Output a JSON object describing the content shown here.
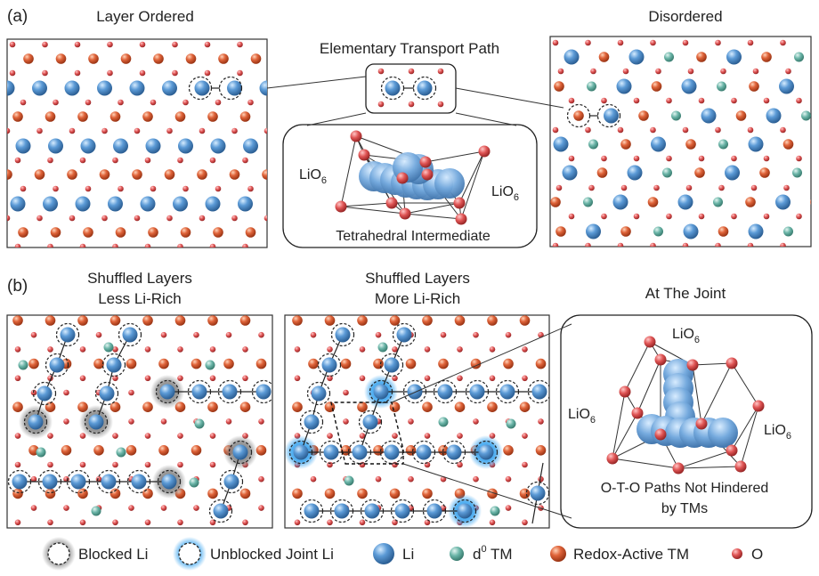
{
  "panel_a": {
    "tag": "(a)",
    "left_title": "Layer Ordered",
    "right_title": "Disordered",
    "middle_title": "Elementary Transport Path",
    "inset_left_label": "LiO",
    "inset_right_label": "LiO",
    "subscript": "6",
    "inset_caption": "Tetrahedral Intermediate"
  },
  "panel_b": {
    "tag": "(b)",
    "left_title_1": "Shuffled Layers",
    "left_title_2": "Less Li-Rich",
    "middle_title_1": "Shuffled Layers",
    "middle_title_2": "More Li-Rich",
    "right_title": "At The Joint",
    "joint_top_label": "LiO",
    "joint_left_label": "LiO",
    "joint_right_label": "LiO",
    "subscript": "6",
    "joint_caption_1": "O-T-O Paths Not Hindered",
    "joint_caption_2": "by TMs"
  },
  "legend": {
    "blocked": "Blocked Li",
    "unblocked": "Unblocked Joint Li",
    "li": "Li",
    "d0": "d",
    "d0_sup": "0",
    "d0_suffix": " TM",
    "redox": "Redox-Active TM",
    "o": "O"
  },
  "colors": {
    "li": "#5b9ad6",
    "d0_tm": "#6bb5a8",
    "redox_tm": "#e0643a",
    "oxygen": "#e05555",
    "blocked_glow": "#888888",
    "unblocked_glow": "#3fa7f0"
  }
}
